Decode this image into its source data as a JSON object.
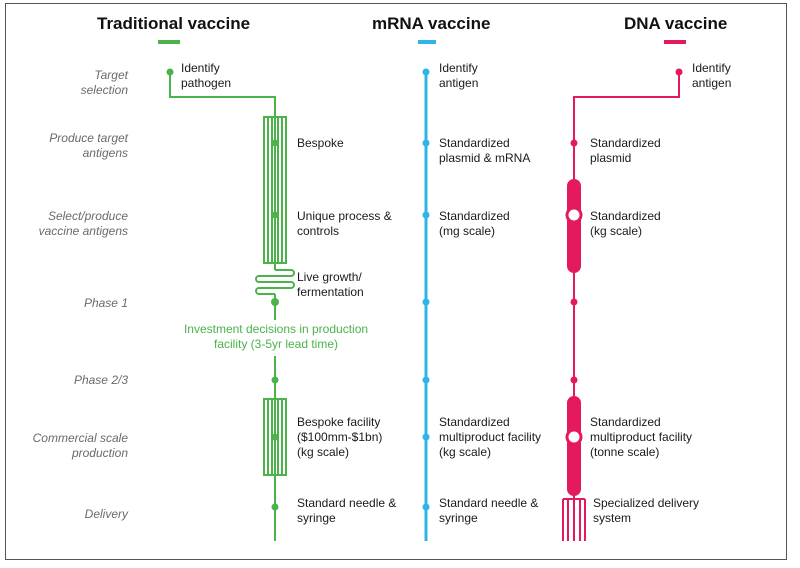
{
  "colors": {
    "traditional": "#4cb24a",
    "mrna": "#2cb5e6",
    "dna": "#e5195e",
    "stage_label": "#6a6a6a",
    "text": "#1a1a1a"
  },
  "columns": [
    {
      "id": "traditional",
      "title": "Traditional vaccine",
      "color": "#4cb24a"
    },
    {
      "id": "mrna",
      "title": "mRNA vaccine",
      "color": "#2cb5e6"
    },
    {
      "id": "dna",
      "title": "DNA vaccine",
      "color": "#e5195e"
    }
  ],
  "stages": [
    {
      "line1": "Target",
      "line2": "selection"
    },
    {
      "line1": "Produce target",
      "line2": "antigens"
    },
    {
      "line1": "Select/produce",
      "line2": "vaccine antigens"
    },
    {
      "line1": "Phase 1",
      "line2": ""
    },
    {
      "line1": "Phase 2/3",
      "line2": ""
    },
    {
      "line1": "Commercial scale",
      "line2": "production"
    },
    {
      "line1": "Delivery",
      "line2": ""
    }
  ],
  "traditional": [
    "Identify\npathogen",
    "Bespoke",
    "Unique process &\ncontrols",
    "Live growth/\nfermentation",
    "Bespoke facility\n($100mm-$1bn)\n(kg scale)",
    "Standard needle &\nsyringe"
  ],
  "mrna": [
    "Identify\nantigen",
    "Standardized\nplasmid & mRNA",
    "Standardized\n(mg scale)",
    "Standardized\nmultiproduct facility\n(kg scale)",
    "Standard needle &\nsyringe"
  ],
  "dna": [
    "Identify\nantigen",
    "Standardized\nplasmid",
    "Standardized\n(kg scale)",
    "Standardized\nmultiproduct facility\n(tonne scale)",
    "Specialized delivery\nsystem"
  ],
  "investment_note": {
    "line1": "Investment decisions in production",
    "line2": "facility (3-5yr lead time)"
  }
}
